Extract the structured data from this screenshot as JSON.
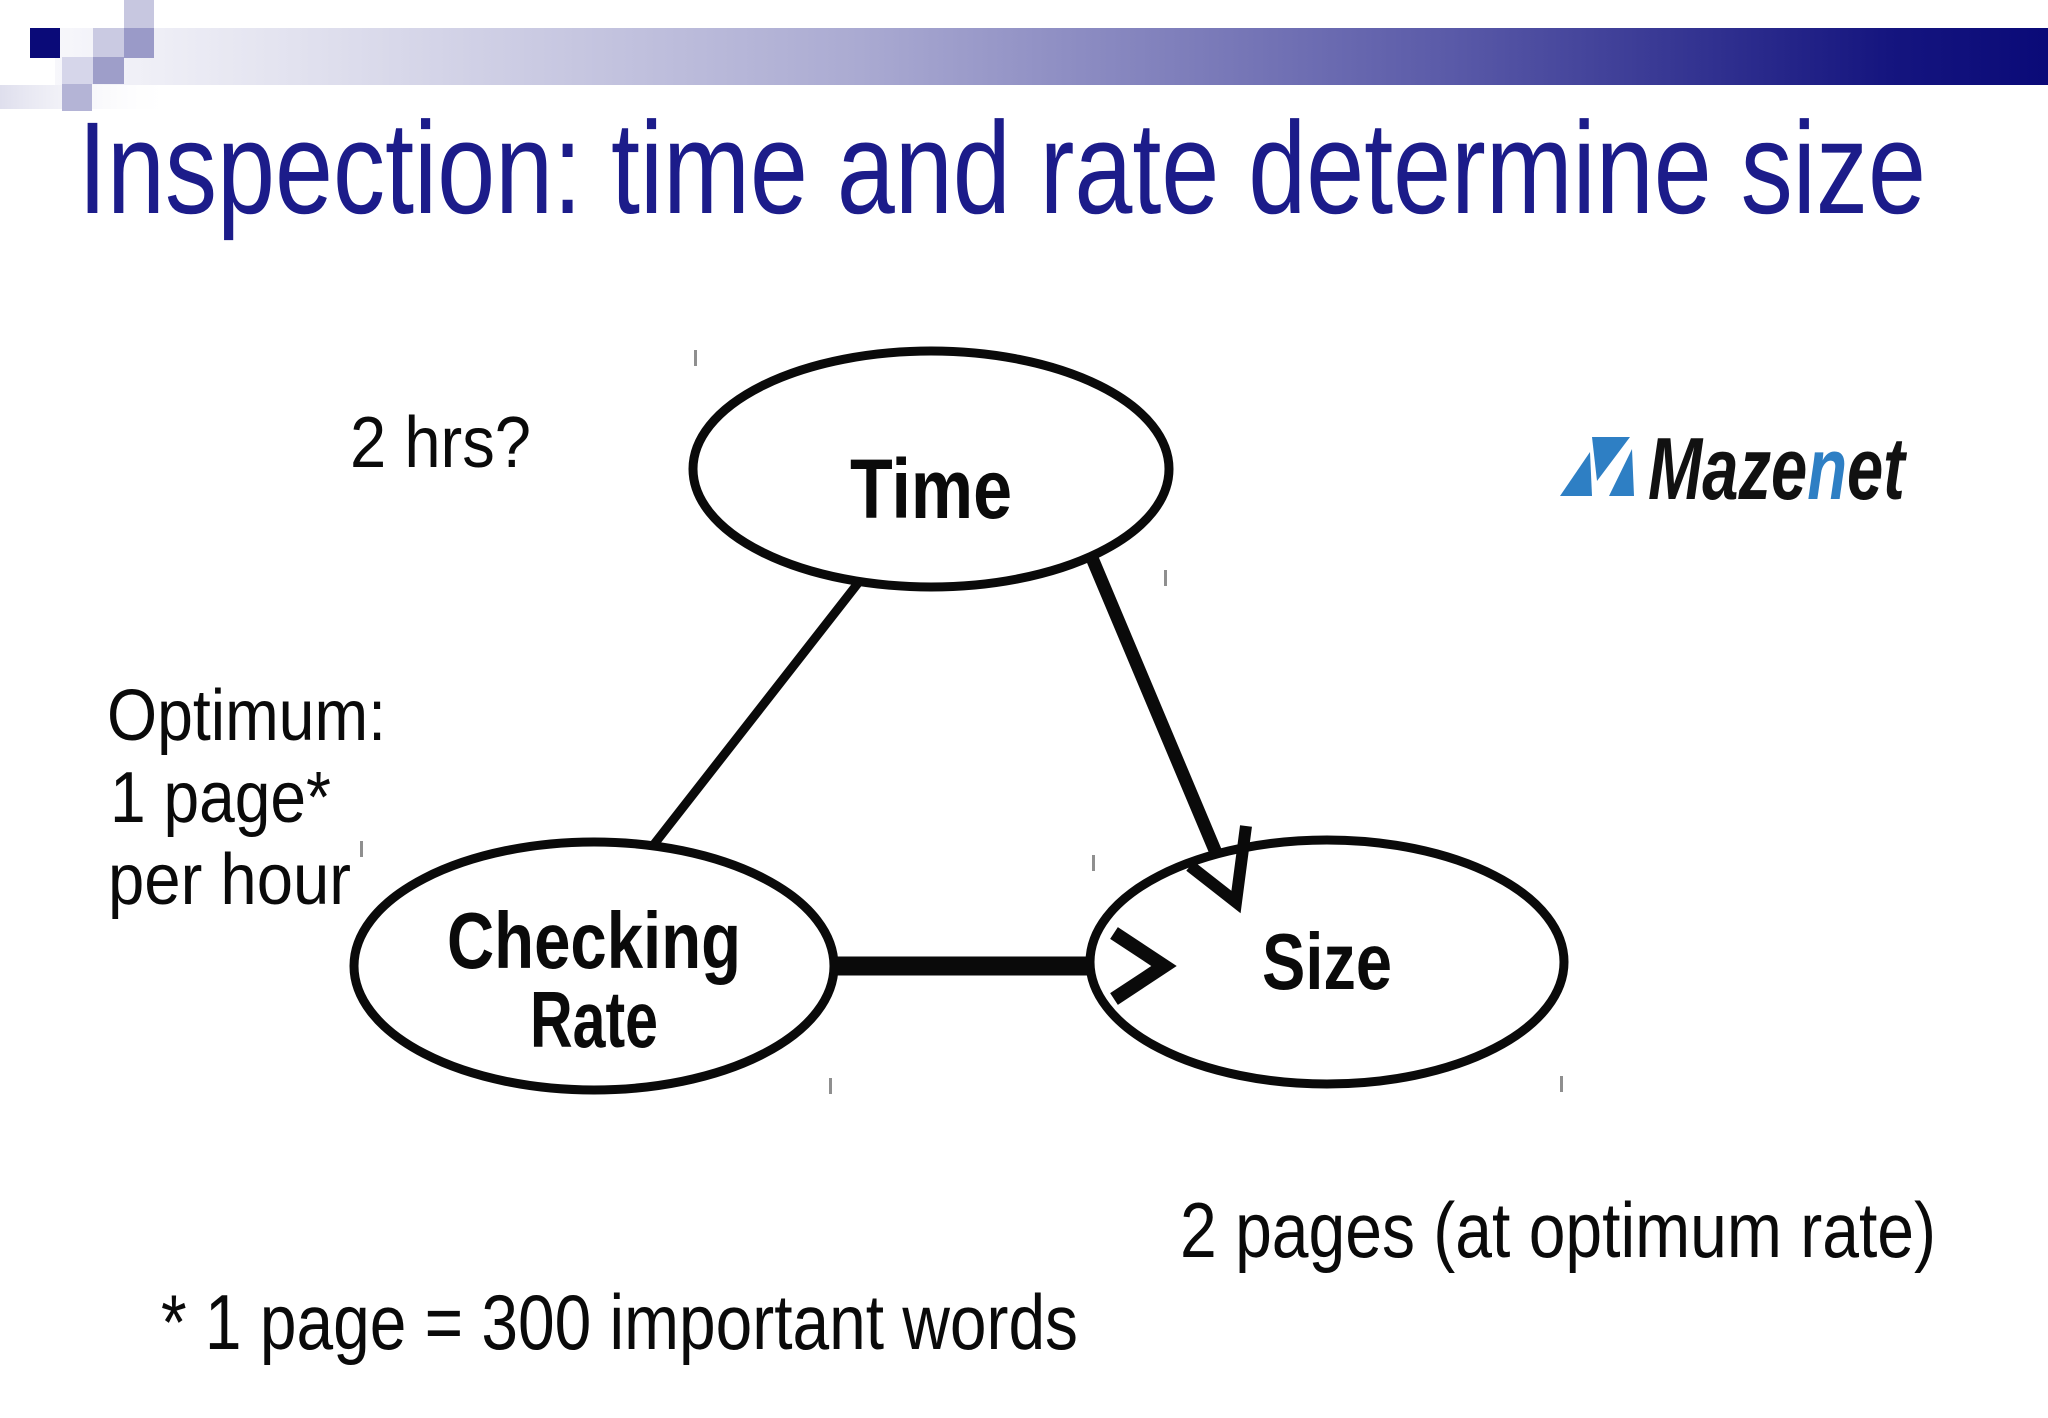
{
  "title": "Inspection: time and rate determine size",
  "logo": {
    "name": "Mazenet",
    "part_black_1": "Maze",
    "part_blue": "n",
    "part_black_2": "et"
  },
  "diagram": {
    "nodes": {
      "time": "Time",
      "checking_line1": "Checking",
      "checking_line2": "Rate",
      "size": "Size"
    },
    "edges": [
      {
        "from": "Time",
        "to": "Checking Rate",
        "style": "plain-line"
      },
      {
        "from": "Time",
        "to": "Size",
        "style": "thick-arrow"
      },
      {
        "from": "Checking Rate",
        "to": "Size",
        "style": "thick-arrow"
      }
    ],
    "annotations": {
      "time_hint": "2 hrs?",
      "rate_line1": "Optimum:",
      "rate_line2": "1 page*",
      "rate_line3": "per hour",
      "size_hint": "2 pages (at optimum rate)",
      "footnote": "* 1 page = 300 important words"
    }
  },
  "colors": {
    "title_navy": "#1c1c8a",
    "band_navy": "#0a0a78",
    "logo_blue": "#2e7fc4",
    "diagram_black": "#0a0a0a",
    "tick_gray": "#8f8f8f"
  }
}
